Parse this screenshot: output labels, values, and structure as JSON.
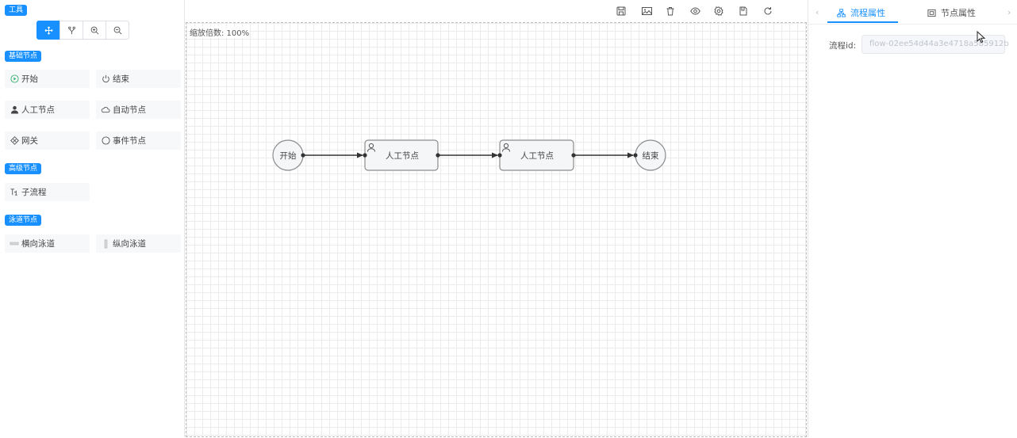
{
  "palette": {
    "tools_tag": "工具",
    "tools": [
      {
        "icon": "move-icon",
        "active": true
      },
      {
        "icon": "branch-icon",
        "active": false
      },
      {
        "icon": "zoom-in-icon",
        "active": false
      },
      {
        "icon": "zoom-out-icon",
        "active": false
      }
    ],
    "basic_tag": "基础节点",
    "basic_items": {
      "start": "开始",
      "end": "结束",
      "manual": "人工节点",
      "auto": "自动节点",
      "gateway": "网关",
      "event": "事件节点"
    },
    "advanced_tag": "高级节点",
    "advanced_items": {
      "subprocess": "子流程"
    },
    "lane_tag": "泳道节点",
    "lane_items": {
      "horizontal": "横向泳道",
      "vertical": "纵向泳道"
    }
  },
  "toolbar": {
    "icons": [
      "save-icon",
      "image-icon",
      "delete-icon",
      "preview-icon",
      "settings-icon",
      "document-icon",
      "reset-icon"
    ]
  },
  "canvas": {
    "zoom_label": "缩放倍数: 100%",
    "nodes": {
      "start": "开始",
      "manual_1": "人工节点",
      "manual_2": "人工节点",
      "end": "结束"
    }
  },
  "properties": {
    "tabs": [
      {
        "label": "流程属性",
        "icon": "flow-icon",
        "active": true
      },
      {
        "label": "节点属性",
        "icon": "node-icon",
        "active": false
      }
    ],
    "flow_id_label": "流程id:",
    "flow_id_value": "flow-02ee54d44a3e4718a585912b"
  },
  "colors": {
    "accent": "#1890ff",
    "node_border": "#8c8c8c",
    "node_fill": "#f5f6f8",
    "edge": "#333333"
  }
}
